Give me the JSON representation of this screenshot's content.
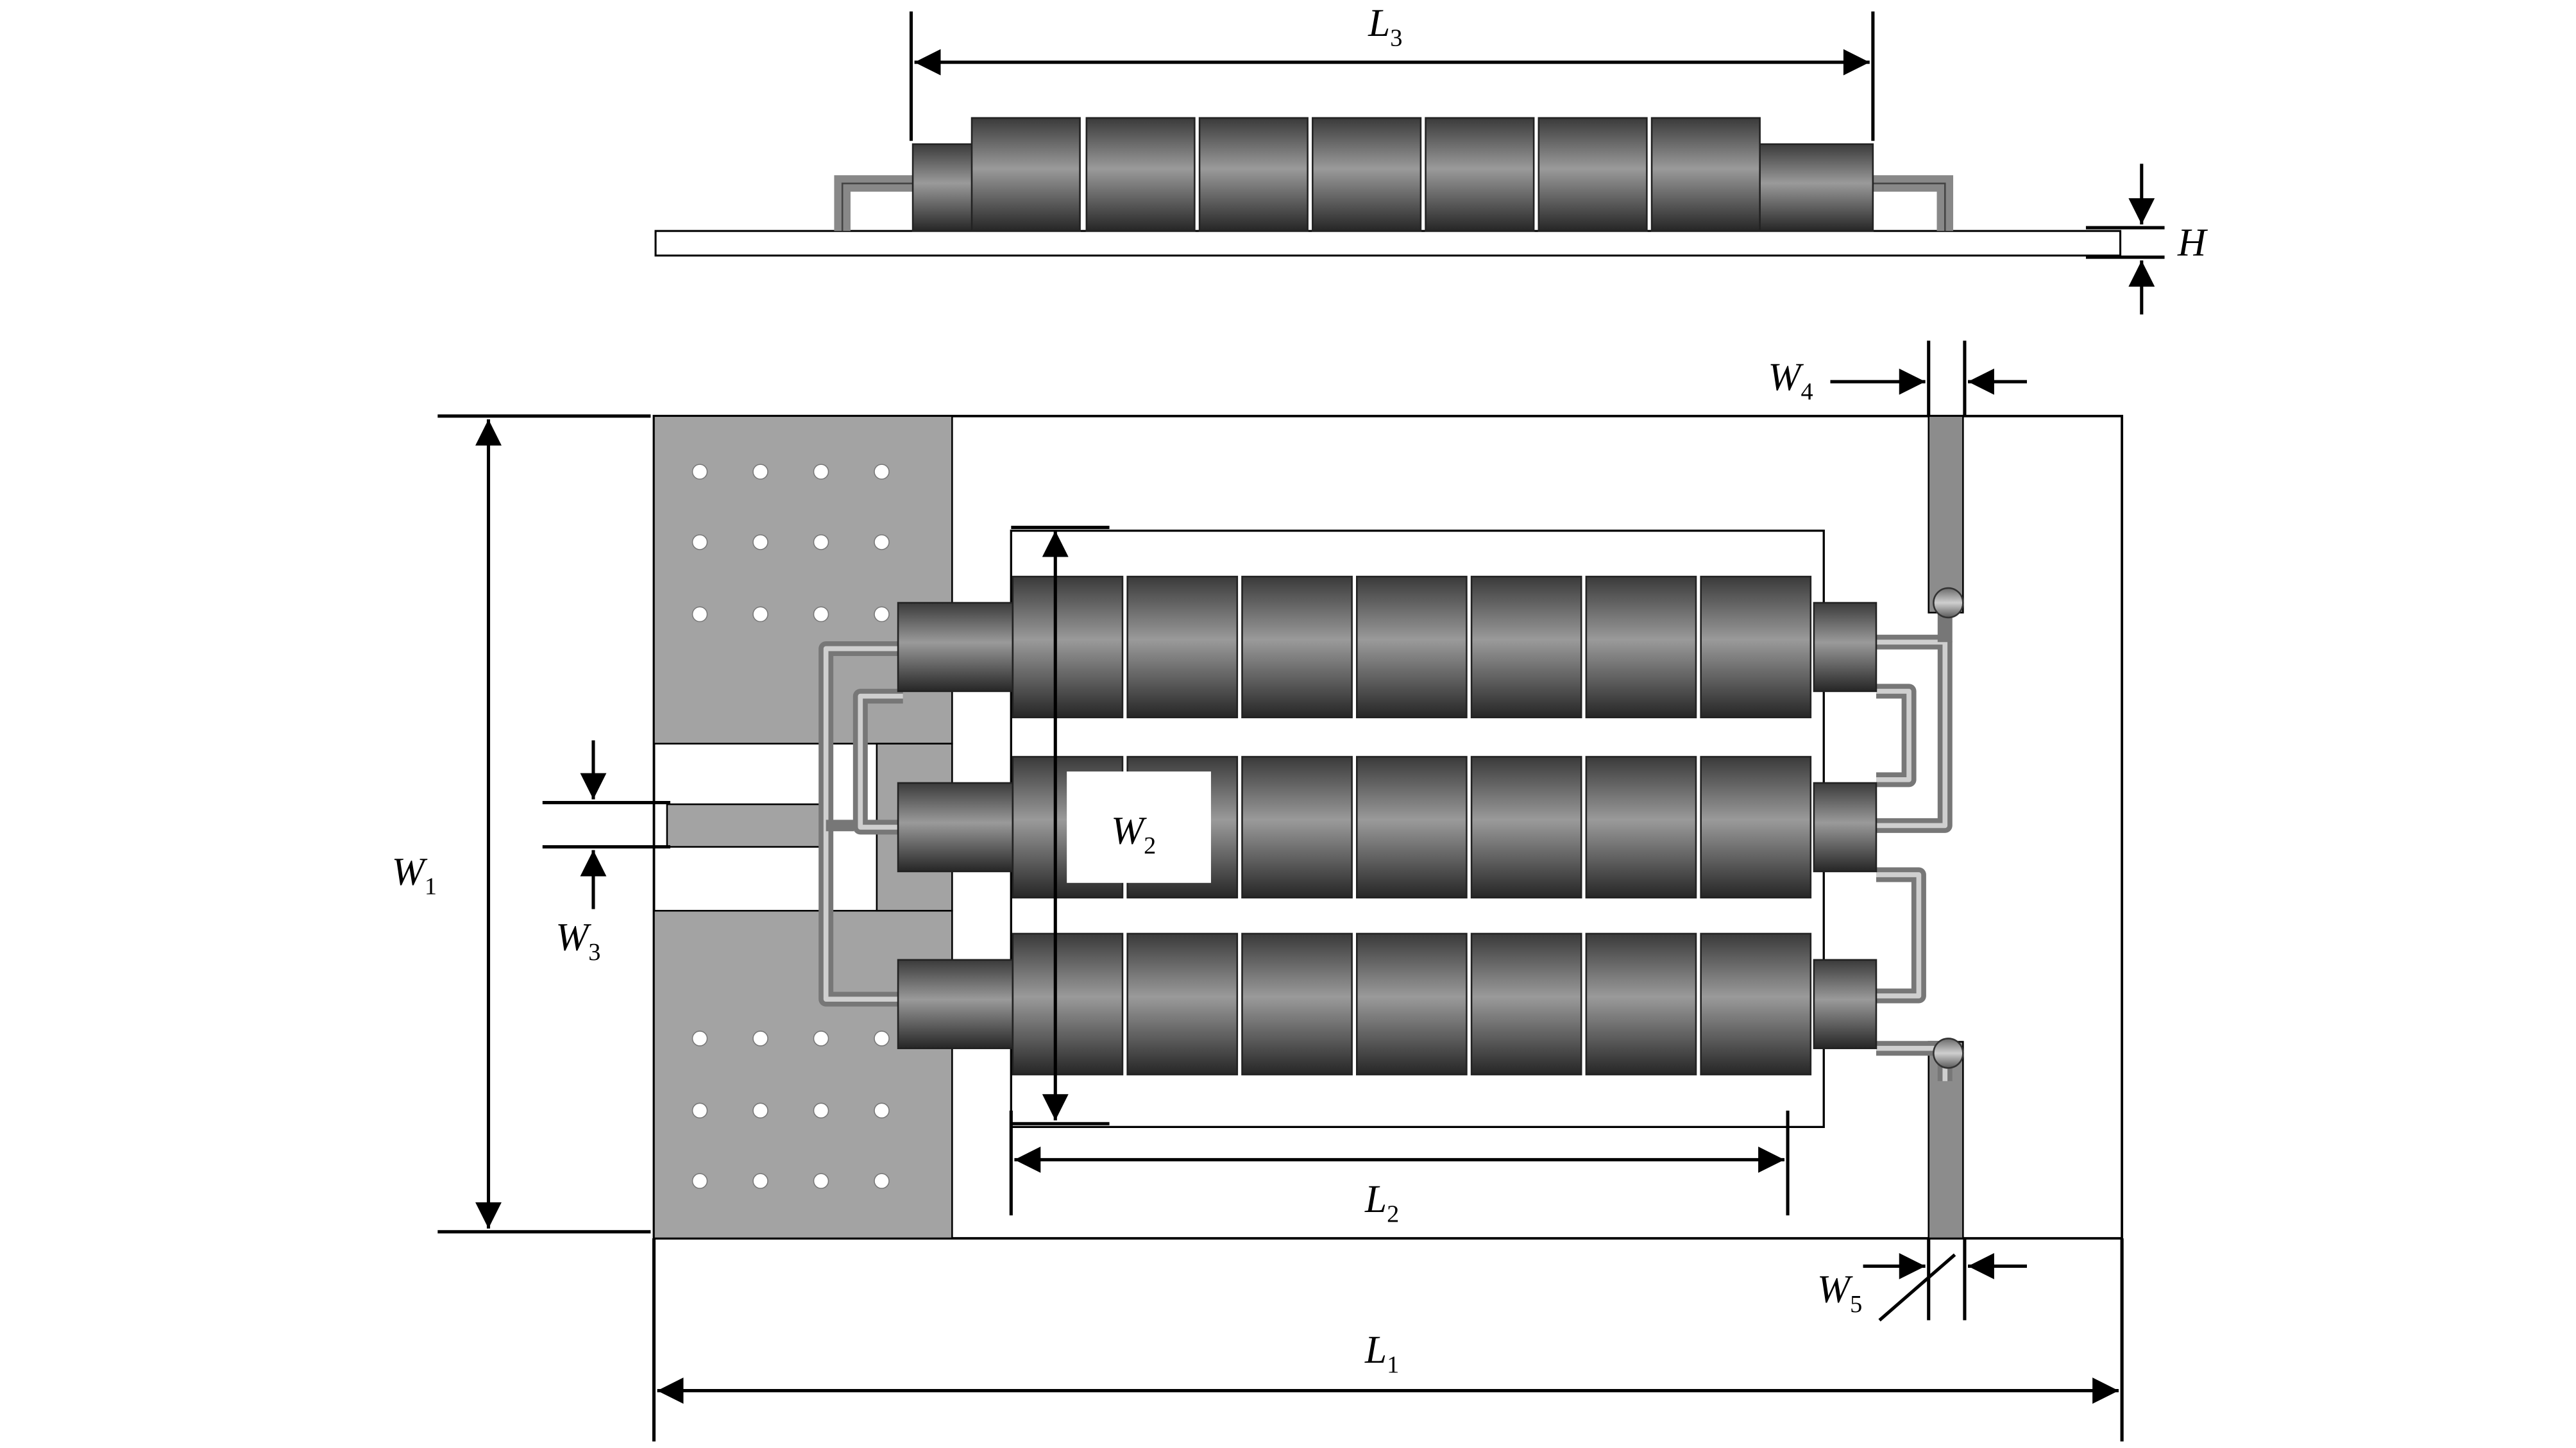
{
  "labels": {
    "L1": {
      "main": "L",
      "sub": "1"
    },
    "L2": {
      "main": "L",
      "sub": "2"
    },
    "L3": {
      "main": "L",
      "sub": "3"
    },
    "W1": {
      "main": "W",
      "sub": "1"
    },
    "W2": {
      "main": "W",
      "sub": "2"
    },
    "W3": {
      "main": "W",
      "sub": "3"
    },
    "W4": {
      "main": "W",
      "sub": "4"
    },
    "W5": {
      "main": "W",
      "sub": "5"
    },
    "H": {
      "main": "H"
    }
  },
  "colors": {
    "substrate": "#ffffff",
    "ground": "#a3a3a3",
    "conductor": "#8c8c8c",
    "outline": "#000000",
    "cylinder_dark": "#3a3a3a",
    "cylinder_light": "#9a9a9a"
  }
}
